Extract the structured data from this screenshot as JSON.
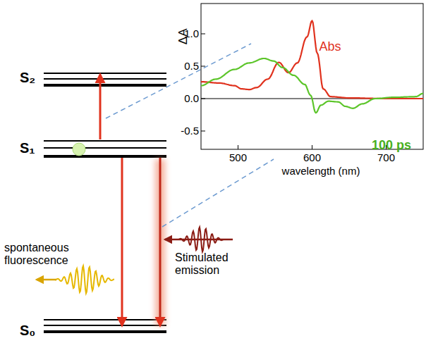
{
  "diagram": {
    "labels": [
      "S₂",
      "S₁",
      "S₀",
      "spontaneous fluorescence",
      "Stimulated emission",
      "1.0",
      "0.5",
      "0.0",
      "-0.5",
      "500",
      "600",
      "700",
      "wavelength (nm)",
      "ΔA",
      "Abs",
      "100 ps"
    ]
  }
}
